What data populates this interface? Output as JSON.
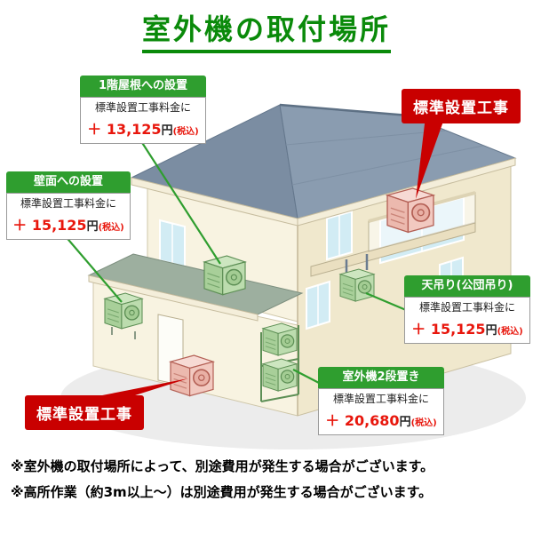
{
  "title": "室外機の取付場所",
  "callouts": {
    "roof1f": {
      "label": "1階屋根への設置",
      "desc": "標準設置工事料金に",
      "price": "＋ 13,125",
      "yen": "円",
      "tax": "(税込)"
    },
    "wall": {
      "label": "壁面への設置",
      "desc": "標準設置工事料金に",
      "price": "＋ 15,125",
      "yen": "円",
      "tax": "(税込)"
    },
    "ceiling": {
      "label": "天吊り(公団吊り)",
      "desc": "標準設置工事料金に",
      "price": "＋ 15,125",
      "yen": "円",
      "tax": "(税込)"
    },
    "two_tier": {
      "label": "室外機2段置き",
      "desc": "標準設置工事料金に",
      "price": "＋ 20,680",
      "yen": "円",
      "tax": "(税込)"
    },
    "standard_top": {
      "label": "標準設置工事"
    },
    "standard_bottom": {
      "label": "標準設置工事"
    }
  },
  "notes": [
    "※室外機の取付場所によって、別途費用が発生する場合がございます。",
    "※高所作業（約3m以上～）は別途費用が発生する場合がございます。"
  ],
  "colors": {
    "title_green": "#0a8a0a",
    "callout_green": "#2f9e2f",
    "badge_red": "#c90000",
    "price_red": "#e8160c"
  }
}
